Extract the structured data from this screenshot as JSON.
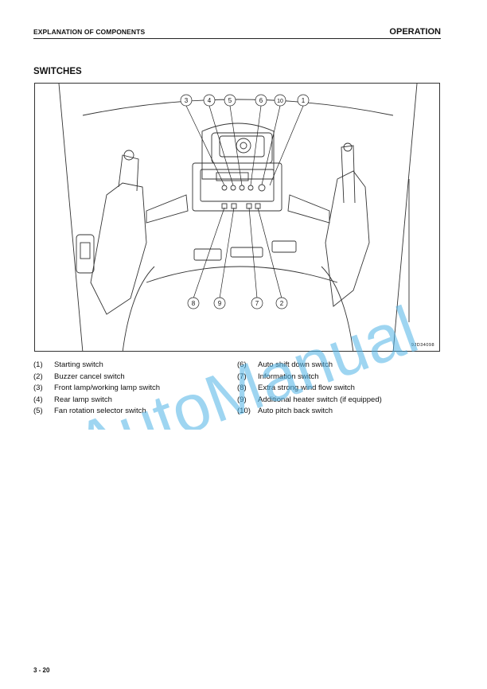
{
  "header": {
    "left": "EXPLANATION OF COMPONENTS",
    "right": "OPERATION"
  },
  "section_title": "SWITCHES",
  "figure": {
    "code": "9JD34098",
    "callouts_top": [
      "3",
      "4",
      "5",
      "6",
      "10",
      "1"
    ],
    "callouts_bottom": [
      "8",
      "9",
      "7",
      "2"
    ]
  },
  "legend": {
    "col1": [
      {
        "num": "(1)",
        "text": "Starting switch"
      },
      {
        "num": "(2)",
        "text": "Buzzer cancel switch"
      },
      {
        "num": "(3)",
        "text": "Front lamp/working lamp switch"
      },
      {
        "num": "(4)",
        "text": "Rear lamp switch"
      },
      {
        "num": "(5)",
        "text": "Fan rotation selector switch"
      }
    ],
    "col2": [
      {
        "num": "(6)",
        "text": "Auto shift down switch"
      },
      {
        "num": "(7)",
        "text": "Information switch"
      },
      {
        "num": "(8)",
        "text": "Extra strong wind flow switch"
      },
      {
        "num": "(9)",
        "text": "Additional heater switch (if equipped)"
      },
      {
        "num": "(10)",
        "text": "Auto pitch back switch"
      }
    ]
  },
  "watermark": "AutoManual",
  "watermark_color": "#4fb3e6",
  "footer": {
    "page": "3 - 20"
  }
}
